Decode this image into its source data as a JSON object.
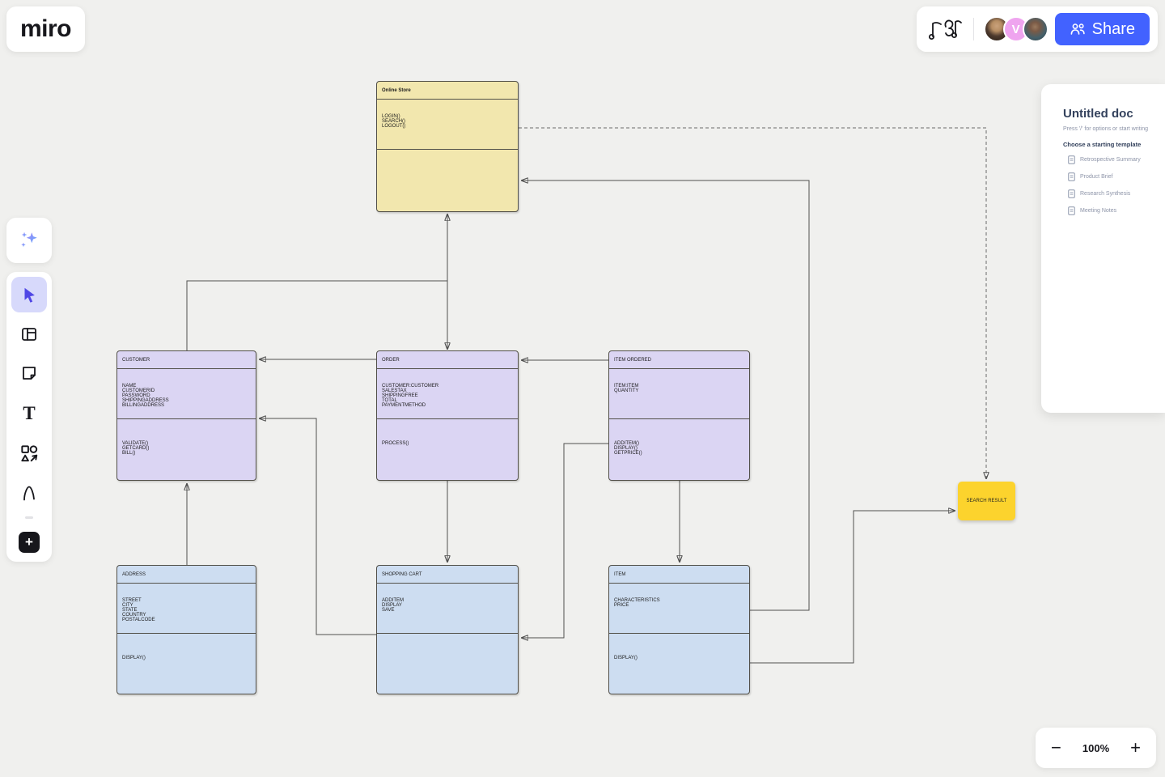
{
  "app": {
    "logo_text": "miro"
  },
  "topbar": {
    "doodle_icon": "music-notes-doodle",
    "collaborators": [
      {
        "type": "photo",
        "label": ""
      },
      {
        "type": "initial",
        "label": "V"
      },
      {
        "type": "photo",
        "label": ""
      }
    ],
    "share": {
      "label": "Share",
      "accent_color": "#4262ff"
    }
  },
  "sidebar": {
    "tools": [
      "ai-assistant",
      "select",
      "templates",
      "sticky-note",
      "text",
      "shapes",
      "pen",
      "add"
    ],
    "selected_tool": "select",
    "text_tool_glyph": "T",
    "add_tool_glyph": "+"
  },
  "doc_panel": {
    "title": "Untitled doc",
    "hint": "Press '/' for options or start writing",
    "templates_heading": "Choose a starting template",
    "templates": [
      "Retrospective Summary",
      "Product Brief",
      "Research Synthesis",
      "Meeting Notes"
    ]
  },
  "zoom_controls": {
    "zoom_out": "−",
    "level": "100%",
    "zoom_in": "+"
  },
  "diagram": {
    "colors": {
      "tan": "#f2e7ae",
      "lavender": "#dbd5f3",
      "blue": "#cdddf1",
      "sticky_yellow": "#fcd32d",
      "connector": "#4f4f4f"
    },
    "classes": [
      {
        "name": "Online Store",
        "lines_a": [
          "LOGIN()",
          "SEARCH()",
          "LOGOUT()"
        ],
        "lines_b": []
      },
      {
        "name": "CUSTOMER",
        "lines_a": [
          "NAME",
          "CUSTOMERID",
          "PASSWORD",
          "SHIPPINGADDRESS",
          "BILLINGADDRESS"
        ],
        "lines_b": [
          "VALIDATE()",
          "GETCARD()",
          "BILL()"
        ]
      },
      {
        "name": "ORDER",
        "lines_a": [
          "CUSTOMER:CUSTOMER",
          "SALESTAX",
          "SHIPPINGFREE",
          "TOTAL",
          "PAYMENTMETHOD"
        ],
        "lines_b": [
          "PROCESS()"
        ]
      },
      {
        "name": "ITEM ORDERED",
        "lines_a": [
          "ITEM:ITEM",
          "QUANTITY"
        ],
        "lines_b": [
          "ADDITEM()",
          "DISPLAY()",
          "GETPRICE()"
        ]
      },
      {
        "name": "ADDRESS",
        "lines_a": [
          "STREET",
          "CITY",
          "STATE",
          "COUNTRY",
          "POSTALCODE"
        ],
        "lines_b": [
          "DISPLAY()"
        ]
      },
      {
        "name": "SHOPPING CART",
        "lines_a": [
          "ADDITEM",
          "DISPLAY",
          "SAVE"
        ],
        "lines_b": []
      },
      {
        "name": "ITEM",
        "lines_a": [
          "CHARACTERISTICS",
          "PRICE"
        ],
        "lines_b": [
          "DISPLAY()"
        ]
      }
    ],
    "sticky": {
      "label": "SEARCH RESULT"
    }
  }
}
